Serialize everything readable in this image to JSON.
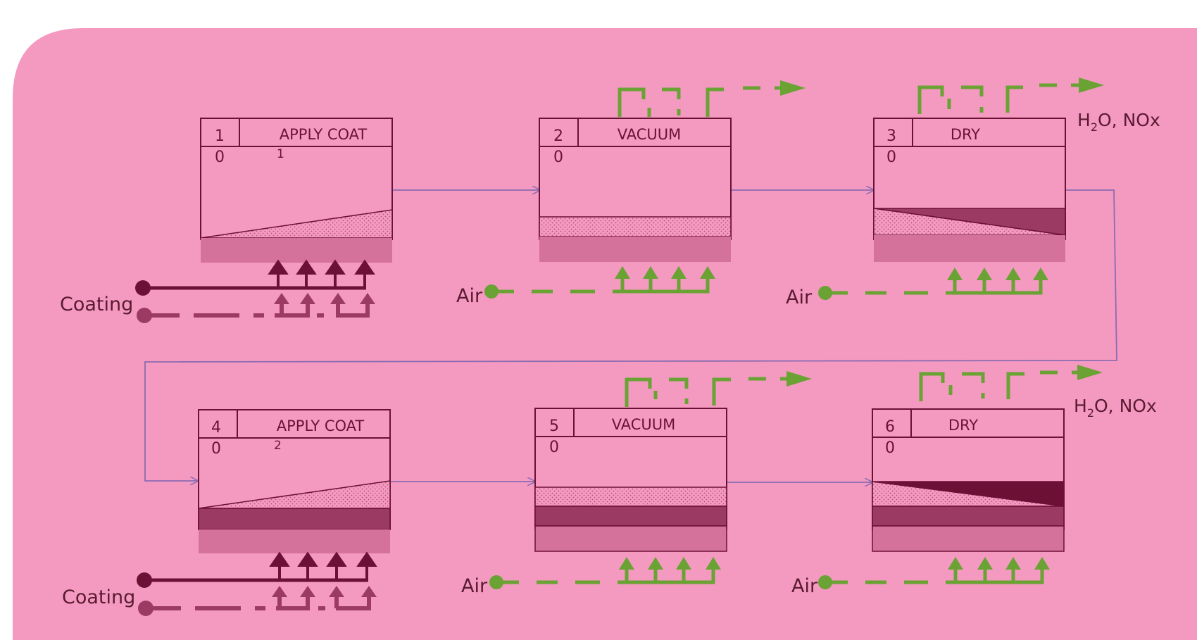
{
  "steps": [
    {
      "number": "1",
      "name": "APPLY COAT",
      "zero": "0",
      "sub": "1"
    },
    {
      "number": "2",
      "name": "VACUUM",
      "zero": "0",
      "sub": ""
    },
    {
      "number": "3",
      "name": "DRY",
      "zero": "0",
      "sub": ""
    },
    {
      "number": "4",
      "name": "APPLY COAT",
      "zero": "0",
      "sub": "2"
    },
    {
      "number": "5",
      "name": "VACUUM",
      "zero": "0",
      "sub": ""
    },
    {
      "number": "6",
      "name": "DRY",
      "zero": "0",
      "sub": ""
    }
  ],
  "inputs": {
    "coating": "Coating",
    "air": "Air"
  },
  "outputs": {
    "emission_prefix": "H",
    "emission_sub": "2",
    "emission_suffix": "O, NOx"
  },
  "colors": {
    "background": "#f49ac1",
    "dark": "#6d1035",
    "medium": "#9b3a63",
    "light": "#d5729c",
    "flow_line": "#8b6bb1",
    "air": "#6aa233"
  }
}
